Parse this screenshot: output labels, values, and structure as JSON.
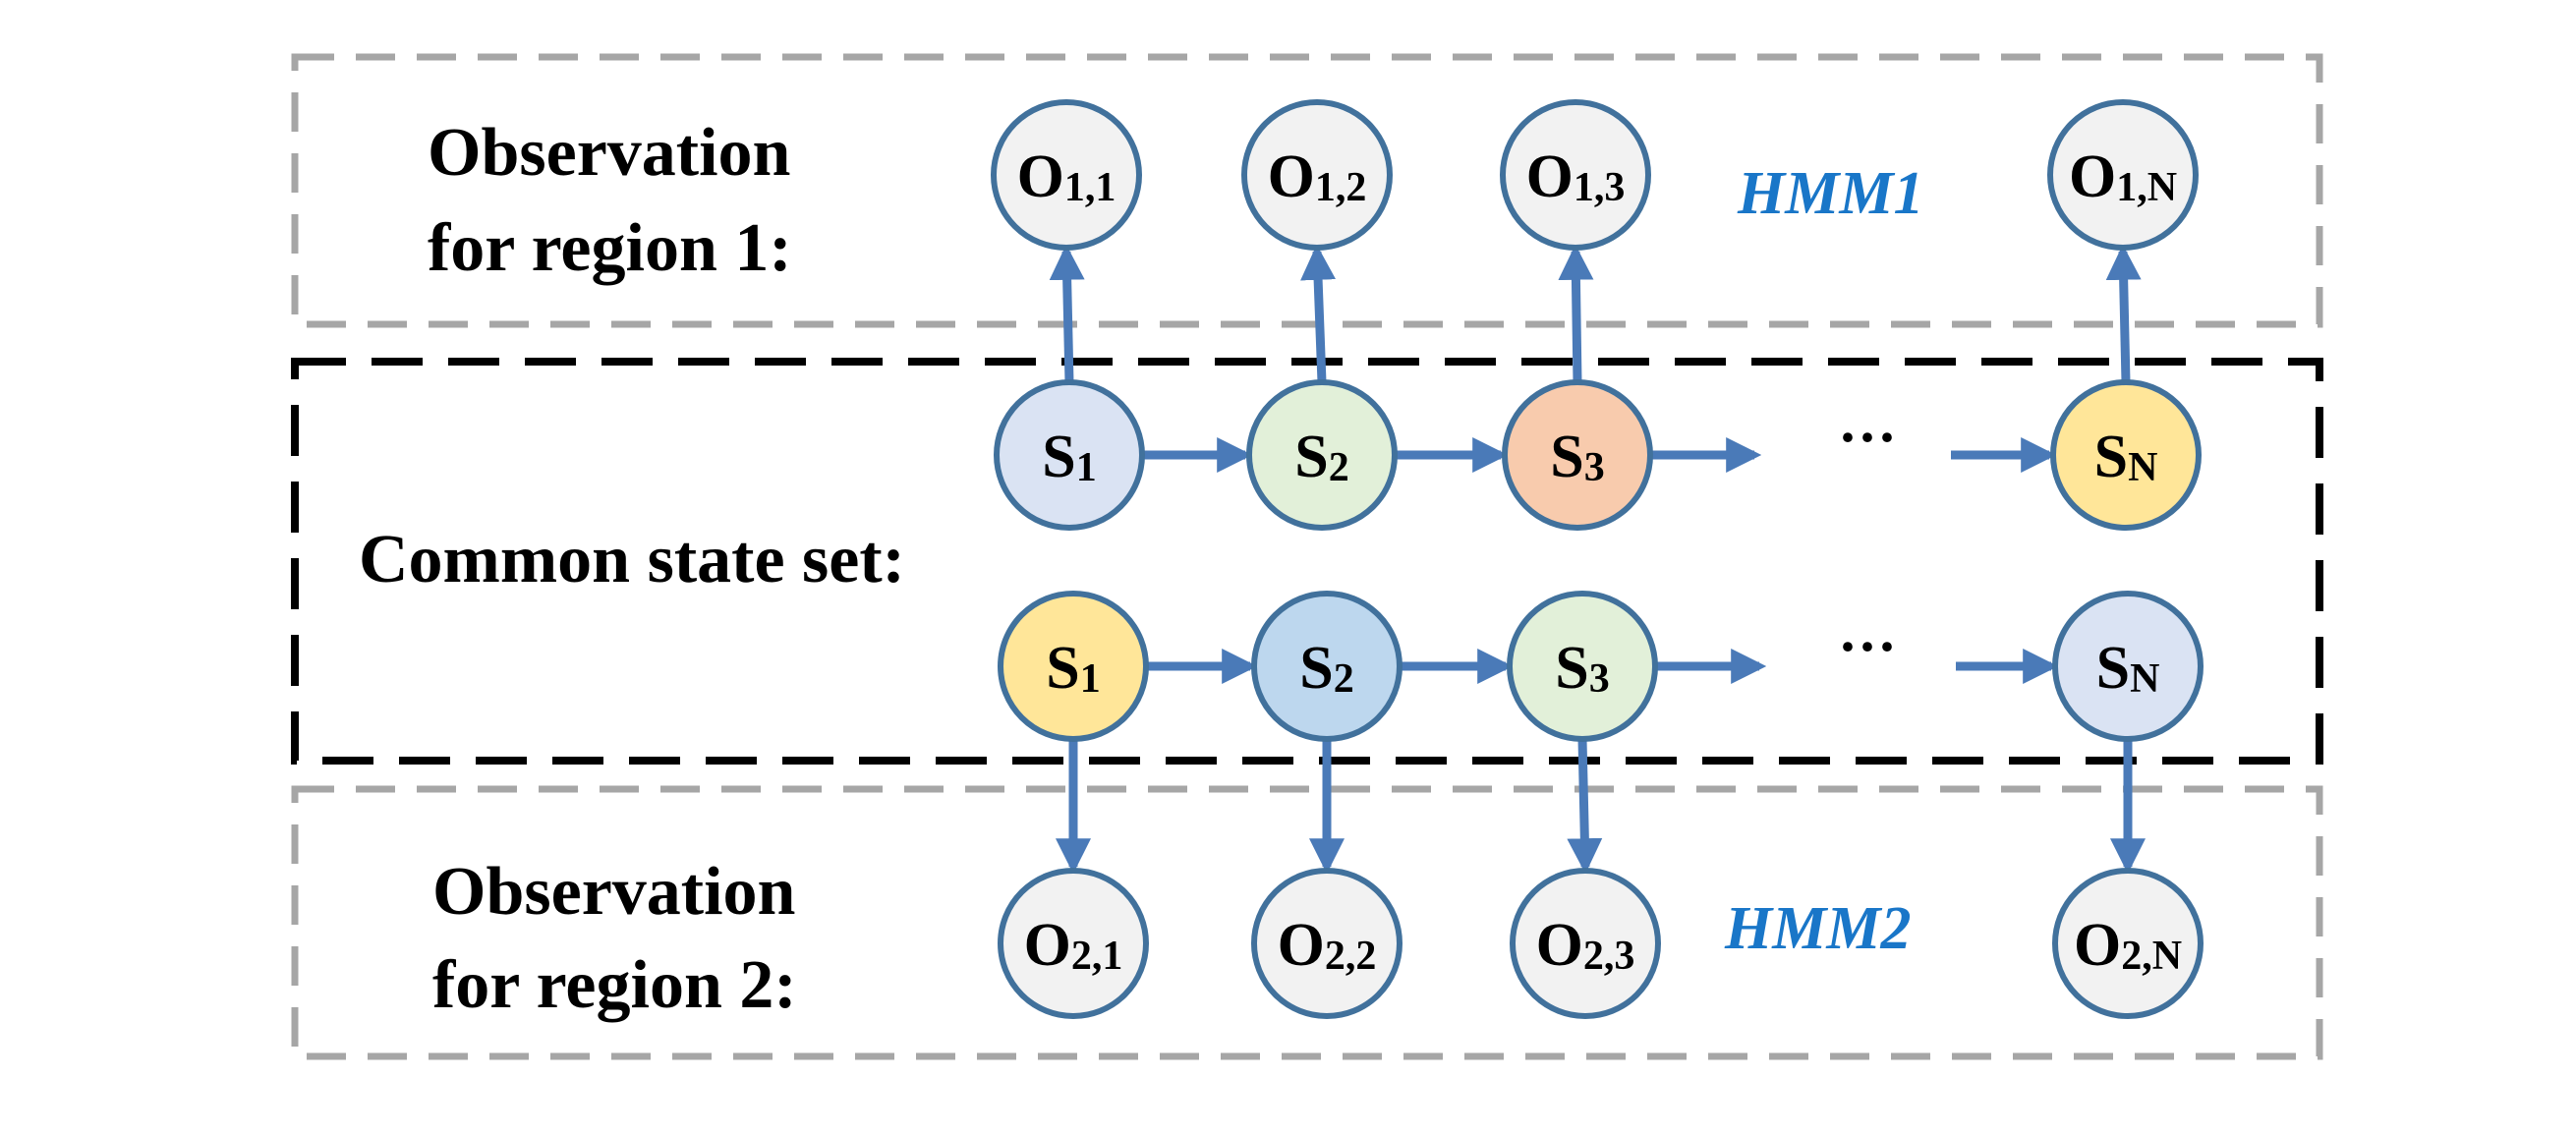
{
  "colors": {
    "arrow": "#4a7ab8",
    "node_stroke": "#41719c",
    "gray_dash": "#a6a6a6",
    "black_dash": "#000000",
    "hmm_text": "#1976c8",
    "obs_fill": "#f2f2f2",
    "blue_fill": "#dae3f3",
    "green_fill": "#e2f0d9",
    "orange_fill": "#f8cbad",
    "yellow_fill": "#ffe699",
    "mid_blue_fill": "#bdd7ee"
  },
  "labels": {
    "obs1_line1": "Observation",
    "obs1_line2": "for region 1:",
    "common": "Common state set:",
    "obs2_line1": "Observation",
    "obs2_line2": "for region 2:",
    "hmm1": "HMM1",
    "hmm2": "HMM2",
    "ellipsis_top": "···",
    "ellipsis_bottom": "···"
  },
  "obs_row1": [
    {
      "main": "O",
      "sub": "1,1"
    },
    {
      "main": "O",
      "sub": "1,2"
    },
    {
      "main": "O",
      "sub": "1,3"
    },
    {
      "main": "O",
      "sub": "1,N"
    }
  ],
  "state_row1": [
    {
      "main": "S",
      "sub": "1",
      "fill": "blue"
    },
    {
      "main": "S",
      "sub": "2",
      "fill": "green"
    },
    {
      "main": "S",
      "sub": "3",
      "fill": "orange"
    },
    {
      "main": "S",
      "sub": "N",
      "fill": "yellow"
    }
  ],
  "state_row2": [
    {
      "main": "S",
      "sub": "1",
      "fill": "yellow"
    },
    {
      "main": "S",
      "sub": "2",
      "fill": "mid_blue"
    },
    {
      "main": "S",
      "sub": "3",
      "fill": "green"
    },
    {
      "main": "S",
      "sub": "N",
      "fill": "blue"
    }
  ],
  "obs_row2": [
    {
      "main": "O",
      "sub": "2,1"
    },
    {
      "main": "O",
      "sub": "2,2"
    },
    {
      "main": "O",
      "sub": "2,3"
    },
    {
      "main": "O",
      "sub": "2,N"
    }
  ]
}
